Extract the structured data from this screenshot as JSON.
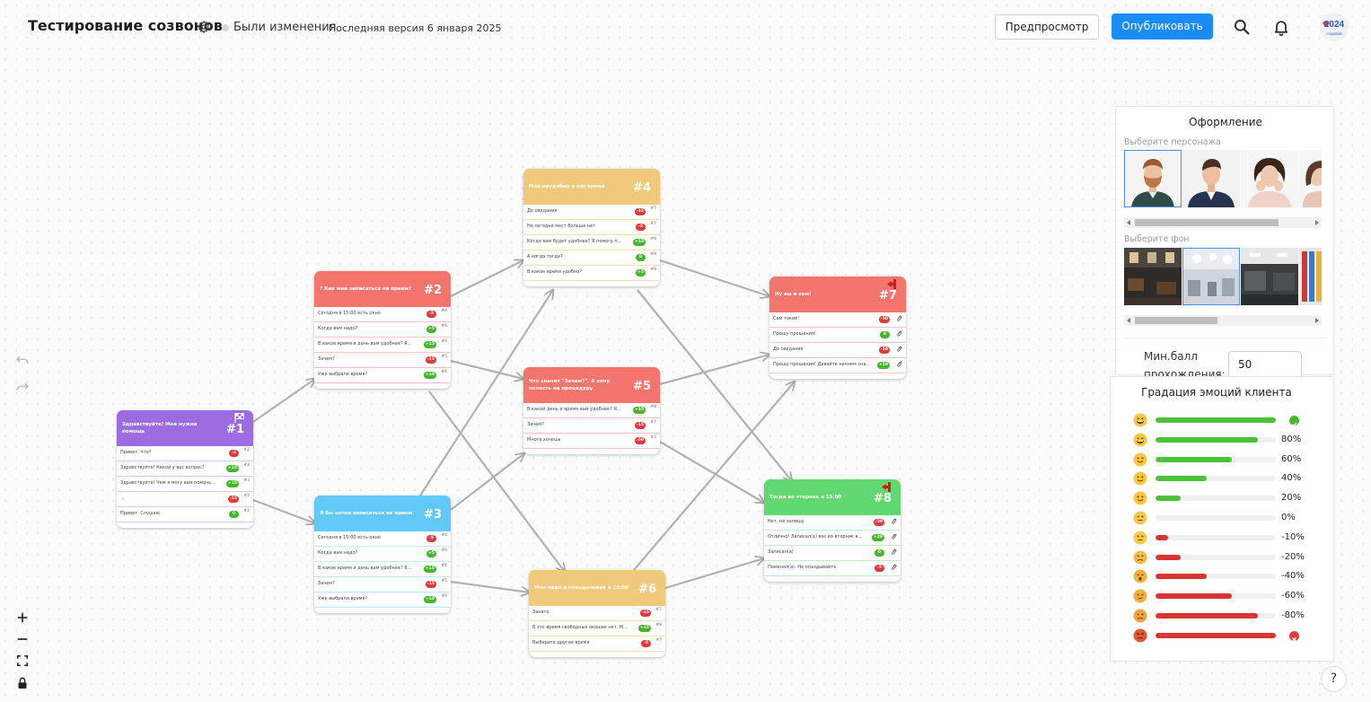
{
  "header": {
    "title": "Тестирование созвонов",
    "status": "Были изменения",
    "version": "Последняя версия 6 января 2025",
    "preview_label": "Предпросмотр",
    "publish_label": "Опубликовать",
    "logo_text": "2024",
    "logo_sub": "годовой"
  },
  "colors": {
    "purple": "#9c6ce0",
    "salmon": "#f4746e",
    "blue": "#62c8f5",
    "yellow": "#f0c97a",
    "green": "#62d873",
    "accent": "#1a8cf5",
    "score_negative": "#e03a3a",
    "score_positive": "#43b82b"
  },
  "nodes": [
    {
      "id": "1",
      "num": "#1",
      "color": "purple",
      "icon": "flag-icon",
      "title": "Здравствуйте! Мне нужна помощь",
      "rows": [
        {
          "text": "Привет. Что?",
          "score": "-2",
          "target": "#2"
        },
        {
          "text": "Здравствуйте! Какой у вас вопрос?",
          "score": "+10",
          "target": "#3"
        },
        {
          "text": "Здравствуйте! Чем я могу вам помочь...",
          "score": "+15",
          "target": "#3"
        },
        {
          "text": "...",
          "score": "-15",
          "target": "#2"
        },
        {
          "text": "Привет. Слушаю",
          "score": "0",
          "target": "#2"
        }
      ]
    },
    {
      "id": "2",
      "num": "#2",
      "color": "salmon",
      "icon": "",
      "title": "? Как мне записаться на прием?",
      "rows": [
        {
          "text": "Сегодня в 15:00 есть окно",
          "score": "-5",
          "target": "#4"
        },
        {
          "text": "Когда вам надо?",
          "score": "+5",
          "target": "#6"
        },
        {
          "text": "В какое время и день вам удобнее? Я...",
          "score": "+15",
          "target": "#6"
        },
        {
          "text": "Зачем?",
          "score": "-15",
          "target": "#5"
        },
        {
          "text": "Уже выбрали время?",
          "score": "+10",
          "target": "#6"
        }
      ]
    },
    {
      "id": "3",
      "num": "#3",
      "color": "blue",
      "icon": "",
      "title": "Я бы хотел записаться на прием",
      "rows": [
        {
          "text": "Сегодня в 15:00 есть окно",
          "score": "-5",
          "target": "#4"
        },
        {
          "text": "Когда вам надо?",
          "score": "+5",
          "target": "#6"
        },
        {
          "text": "В какое время и день вам удобнее? Я...",
          "score": "+15",
          "target": "#6"
        },
        {
          "text": "Зачем?",
          "score": "-15",
          "target": "#5"
        },
        {
          "text": "Уже выбрали время?",
          "score": "+10",
          "target": "#6"
        }
      ]
    },
    {
      "id": "4",
      "num": "#4",
      "color": "yellow",
      "icon": "",
      "title": "Мне неудобно в это время",
      "rows": [
        {
          "text": "До свидания",
          "score": "-15",
          "target": "#7"
        },
        {
          "text": "На сегодня мест больше нет",
          "score": "-5",
          "target": "#7"
        },
        {
          "text": "Когда вам будет удобнее? Я помогу п...",
          "score": "+15",
          "target": "#8"
        },
        {
          "text": "А когда тогда?",
          "score": "0",
          "target": "#8"
        },
        {
          "text": "В какое время удобно?",
          "score": "+5",
          "target": "#8"
        }
      ]
    },
    {
      "id": "5",
      "num": "#5",
      "color": "salmon",
      "icon": "",
      "title": "Что значит \"Зачем?\". Я хочу попасть на процедуру",
      "rows": [
        {
          "text": "В какой день и время вам удобнее? Я...",
          "score": "+15",
          "target": "#8"
        },
        {
          "text": "Зачем?",
          "score": "-15",
          "target": "#7"
        },
        {
          "text": "Много хочешь",
          "score": "-50",
          "target": "#7"
        }
      ]
    },
    {
      "id": "6",
      "num": "#6",
      "color": "yellow",
      "icon": "",
      "title": "Мне надо в понедельник в 12:00",
      "rows": [
        {
          "text": "Занято",
          "score": "-15",
          "target": "#7"
        },
        {
          "text": "В это время свободных окошек нет. М...",
          "score": "+15",
          "target": "#8"
        },
        {
          "text": "Выберите другое время",
          "score": "-5",
          "target": "#7"
        }
      ]
    },
    {
      "id": "7",
      "num": "#7",
      "color": "salmon",
      "icon": "exit-icon",
      "title": "Ну вы и хам!",
      "rows": [
        {
          "text": "Сам такой!",
          "score": "-50",
          "target": ""
        },
        {
          "text": "Прошу прощения!",
          "score": "0",
          "target": ""
        },
        {
          "text": "До свидания",
          "score": "-10",
          "target": ""
        },
        {
          "text": "Прошу прощения! Давайте начнем сна...",
          "score": "+10",
          "target": ""
        }
      ]
    },
    {
      "id": "8",
      "num": "#8",
      "color": "green",
      "icon": "exit-icon",
      "title": "Тогда во вторник в 15:00",
      "rows": [
        {
          "text": "Нет, не запишу",
          "score": "-20",
          "target": ""
        },
        {
          "text": "Отлично! Записал(а) вас во вторник в...",
          "score": "+20",
          "target": ""
        },
        {
          "text": "Записал(а)",
          "score": "0",
          "target": ""
        },
        {
          "text": "Поменял(а). Не опаздывайте",
          "score": "-5",
          "target": ""
        }
      ]
    }
  ],
  "design_panel": {
    "title": "Оформление",
    "character_label": "Выберите персонажа",
    "background_label": "Выберите фон",
    "min_score_label": "Мин.балл прохождения:",
    "min_score_value": "50"
  },
  "emotions": {
    "title": "Градация эмоций клиента",
    "levels": [
      {
        "label": "",
        "value": 100,
        "badge": "check",
        "emoji": "grin"
      },
      {
        "label": "80%",
        "value": 80,
        "badge": "",
        "emoji": "grin"
      },
      {
        "label": "60%",
        "value": 60,
        "badge": "",
        "emoji": "smile"
      },
      {
        "label": "40%",
        "value": 40,
        "badge": "",
        "emoji": "smile"
      },
      {
        "label": "20%",
        "value": 20,
        "badge": "",
        "emoji": "slight-smile"
      },
      {
        "label": "0%",
        "value": 0,
        "badge": "",
        "emoji": "neutral"
      },
      {
        "label": "-10%",
        "value": -10,
        "badge": "",
        "emoji": "neutral"
      },
      {
        "label": "-20%",
        "value": -20,
        "badge": "",
        "emoji": "sad"
      },
      {
        "label": "-40%",
        "value": -40,
        "badge": "",
        "emoji": "shocked"
      },
      {
        "label": "-60%",
        "value": -60,
        "badge": "",
        "emoji": "unamused"
      },
      {
        "label": "-80%",
        "value": -80,
        "badge": "",
        "emoji": "worried"
      },
      {
        "label": "",
        "value": -100,
        "badge": "cross",
        "emoji": "angry"
      }
    ]
  },
  "help_label": "?"
}
